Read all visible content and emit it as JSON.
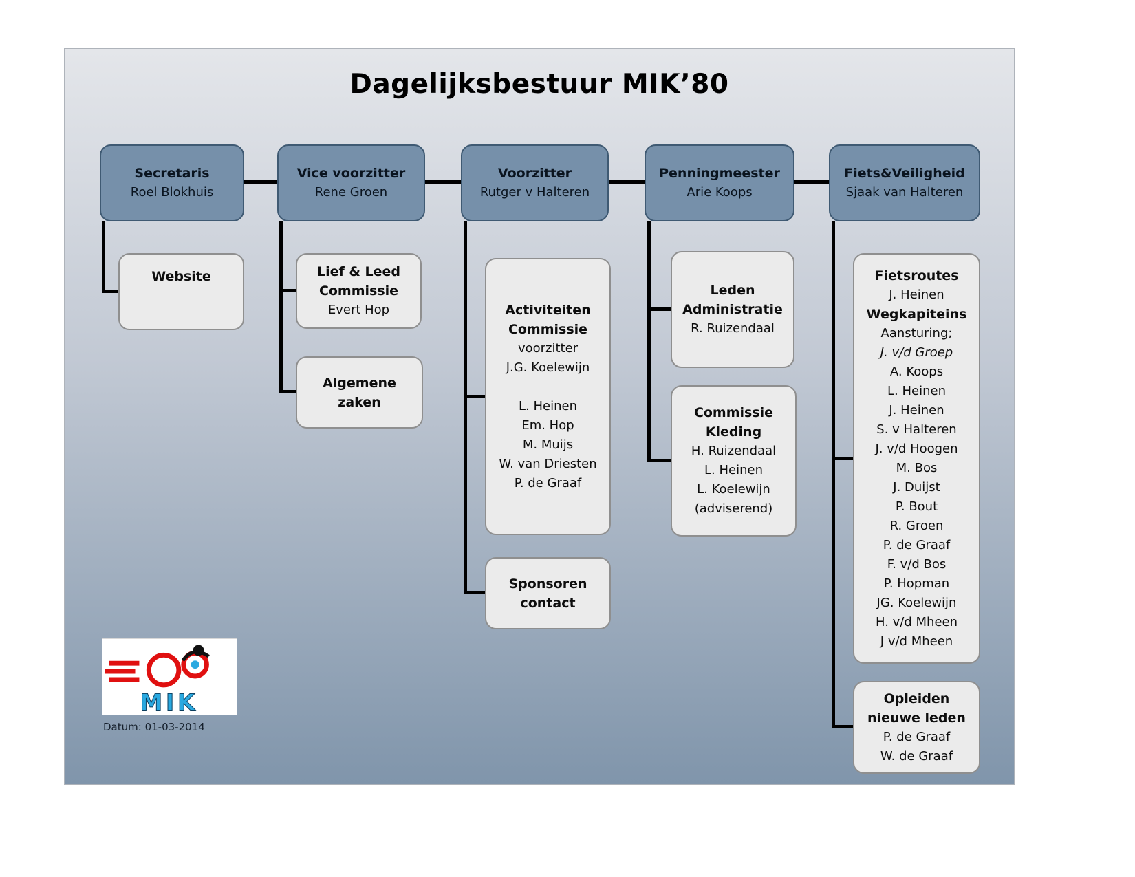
{
  "title": "Dagelijksbestuur MIK’80",
  "top_boxes": [
    {
      "role": "Secretaris",
      "name": "Roel Blokhuis"
    },
    {
      "role": "Vice voorzitter",
      "name": "Rene Groen"
    },
    {
      "role": "Voorzitter",
      "name": "Rutger v Halteren"
    },
    {
      "role": "Penningmeester",
      "name": "Arie Koops"
    },
    {
      "role": "Fiets&Veiligheid",
      "name": "Sjaak van Halteren"
    }
  ],
  "sub_boxes": {
    "website": {
      "title": "Website"
    },
    "lief_leed": {
      "title_line1": "Lief & Leed",
      "title_line2": "Commissie",
      "name": "Evert Hop"
    },
    "algemene_zaken": {
      "title_line1": "Algemene",
      "title_line2": "zaken"
    },
    "activiteiten": {
      "title_line1": "Activiteiten",
      "title_line2": "Commissie",
      "lines": [
        "voorzitter",
        "J.G. Koelewijn",
        "",
        "L. Heinen",
        "Em. Hop",
        "M. Muijs",
        "W. van Driesten",
        "P. de Graaf"
      ]
    },
    "sponsoren": {
      "title_line1": "Sponsoren",
      "title_line2": "contact"
    },
    "leden_administratie": {
      "title_line1": "Leden",
      "title_line2": "Administratie",
      "name": "R. Ruizendaal"
    },
    "commissie_kleding": {
      "title_line1": "Commissie",
      "title_line2": "Kleding",
      "lines": [
        "H. Ruizendaal",
        "L. Heinen",
        "L. Koelewijn",
        "(adviserend)"
      ]
    },
    "fiets_veiligheid_list": {
      "lines": [
        "Fietsroutes",
        "J. Heinen",
        "Wegkapiteins",
        "Aansturing;",
        "J. v/d Groep",
        "A. Koops",
        "L. Heinen",
        "J. Heinen",
        "S. v Halteren",
        "J. v/d Hoogen",
        "M. Bos",
        "J. Duijst",
        "P. Bout",
        "R. Groen",
        "P. de Graaf",
        "F. v/d Bos",
        "P. Hopman",
        "JG. Koelewijn",
        "H. v/d Mheen",
        "J v/d Mheen"
      ]
    },
    "opleiden": {
      "title_line1": "Opleiden",
      "title_line2": "nieuwe leden",
      "lines": [
        "P. de Graaf",
        "W. de Graaf"
      ]
    }
  },
  "footer": {
    "logo_text": "MIK",
    "datum": "Datum: 01-03-2014"
  },
  "colors": {
    "top_box_fill": "#7690aa",
    "top_box_border": "#3f5a73",
    "sub_box_fill": "#ebebeb",
    "connector": "#000000",
    "logo_red": "#e01010",
    "logo_blue": "#2aa9e0"
  }
}
